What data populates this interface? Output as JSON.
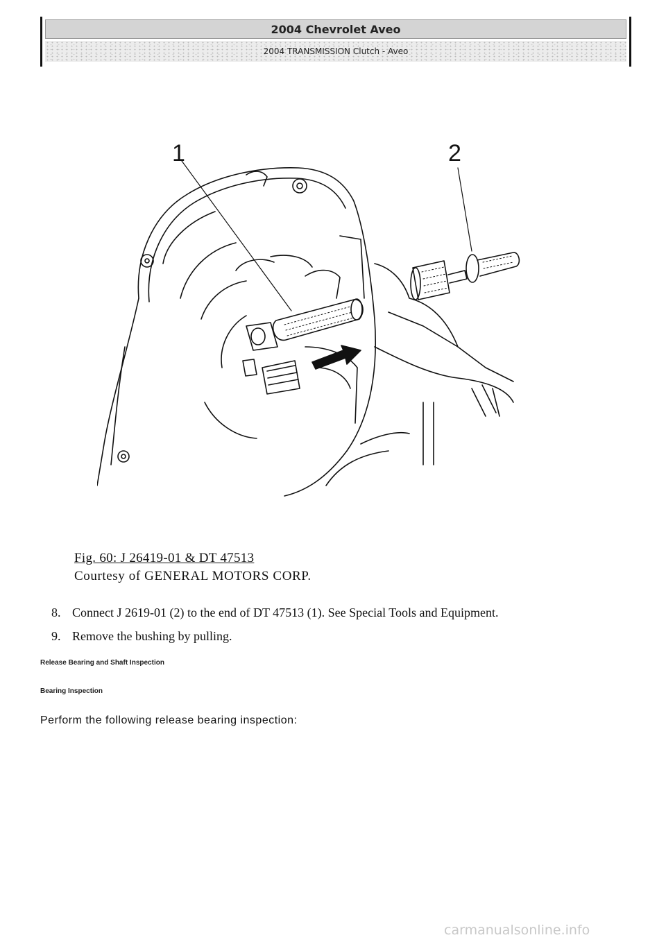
{
  "header": {
    "title": "2004 Chevrolet Aveo",
    "subtitle": "2004 TRANSMISSION Clutch - Aveo"
  },
  "figure": {
    "callouts": [
      "1",
      "2"
    ]
  },
  "caption": {
    "figure_label": "Fig. 60: J 26419-01 & DT 47513",
    "courtesy": "Courtesy of GENERAL MOTORS CORP."
  },
  "steps": [
    {
      "num": "8.",
      "text": "Connect J 2619-01 (2) to the end of DT 47513 (1). See Special Tools and Equipment."
    },
    {
      "num": "9.",
      "text": "Remove the bushing by pulling."
    }
  ],
  "sections": {
    "heading1": "Release Bearing and Shaft Inspection",
    "heading2": "Bearing Inspection",
    "paragraph": "Perform the following release bearing inspection:"
  },
  "watermark": "carmanualsonline.info"
}
